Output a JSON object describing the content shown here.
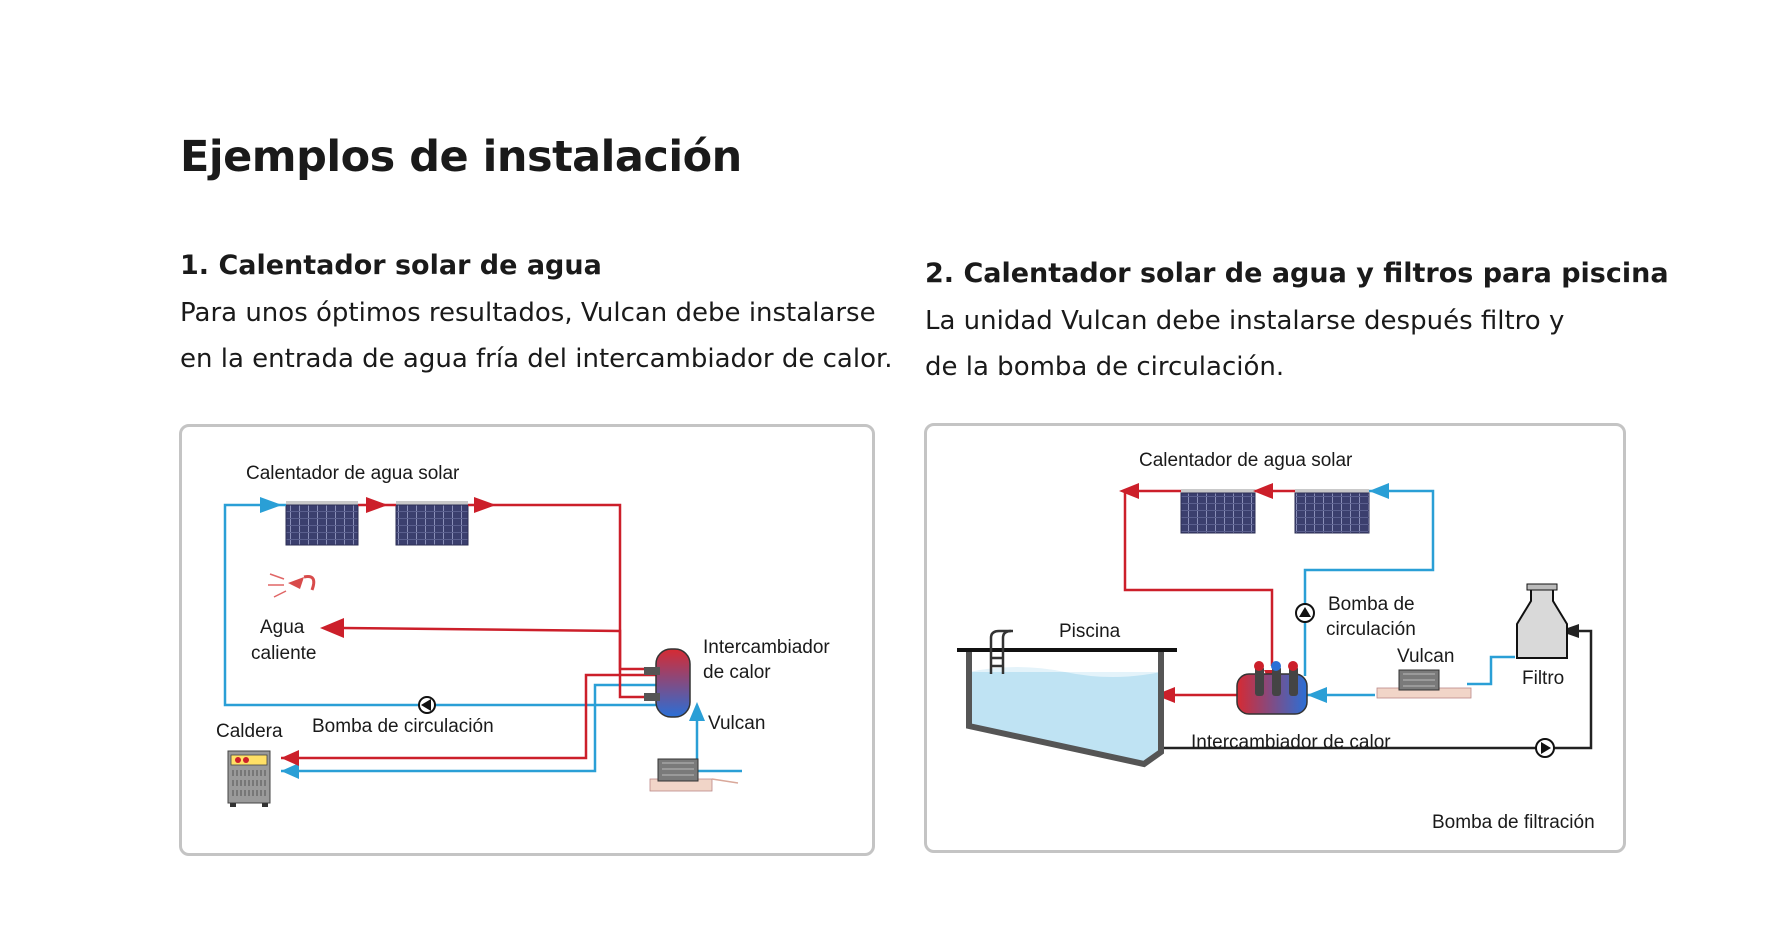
{
  "title": "Ejemplos de instalación",
  "colors": {
    "hot": "#cc1f2a",
    "cold": "#2a9fd6",
    "panel": "#3b3f6e",
    "frame": "#c4c4c4",
    "water": "#bfe3f3"
  },
  "section1": {
    "title": "1. Calentador solar de agua",
    "text": [
      "Para unos óptimos resultados, Vulcan debe instalarse",
      "en la entrada de agua fría del intercambiador de calor."
    ],
    "labels": {
      "solar": "Calentador de agua solar",
      "hot_water_1": "Agua",
      "hot_water_2": "caliente",
      "exchanger_1": "Intercambiador",
      "exchanger_2": "de calor",
      "boiler": "Caldera",
      "pump": "Bomba de circulación",
      "vulcan": "Vulcan"
    }
  },
  "section2": {
    "title": "2. Calentador solar de agua y filtros para piscina",
    "text": [
      "La unidad Vulcan debe instalarse después filtro y",
      "de la bomba de circulación."
    ],
    "labels": {
      "solar": "Calentador de agua solar",
      "pool": "Piscina",
      "pump_1": "Bomba de",
      "pump_2": "circulación",
      "vulcan": "Vulcan",
      "filter": "Filtro",
      "exchanger": "Intercambiador de calor",
      "filter_pump": "Bomba de filtración"
    }
  }
}
